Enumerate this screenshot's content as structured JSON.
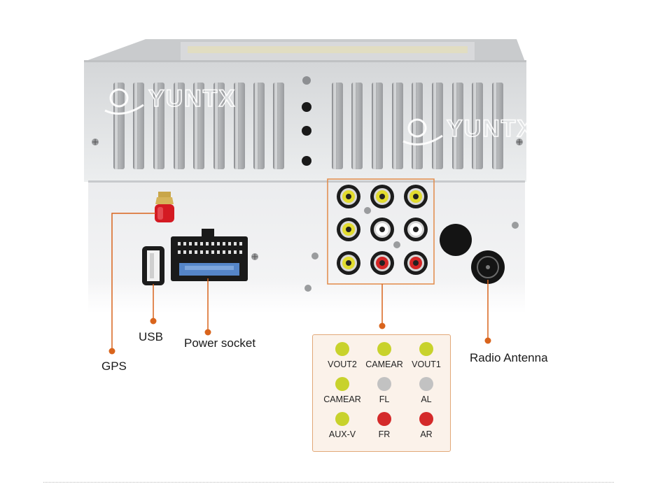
{
  "labels": {
    "gps": "GPS",
    "usb": "USB",
    "power_socket": "Power socket",
    "radio_antenna": "Radio Antenna"
  },
  "legend": [
    {
      "label": "VOUT2",
      "color": "#c8d22c"
    },
    {
      "label": "CAMEAR",
      "color": "#c8d22c"
    },
    {
      "label": "VOUT1",
      "color": "#c8d22c"
    },
    {
      "label": "CAMEAR",
      "color": "#c8d22c"
    },
    {
      "label": "FL",
      "color": "#c2c2c2"
    },
    {
      "label": "AL",
      "color": "#c2c2c2"
    },
    {
      "label": "AUX-V",
      "color": "#c8d22c"
    },
    {
      "label": "FR",
      "color": "#d42a2a"
    },
    {
      "label": "AR",
      "color": "#d42a2a"
    }
  ],
  "brand_logo": "YUNTX",
  "colors": {
    "callout": "#d9641c",
    "rca_yellow": "#e2dc2e",
    "rca_white": "#ffffff",
    "rca_red": "#d42626",
    "gps_connector": "#d41a22"
  }
}
